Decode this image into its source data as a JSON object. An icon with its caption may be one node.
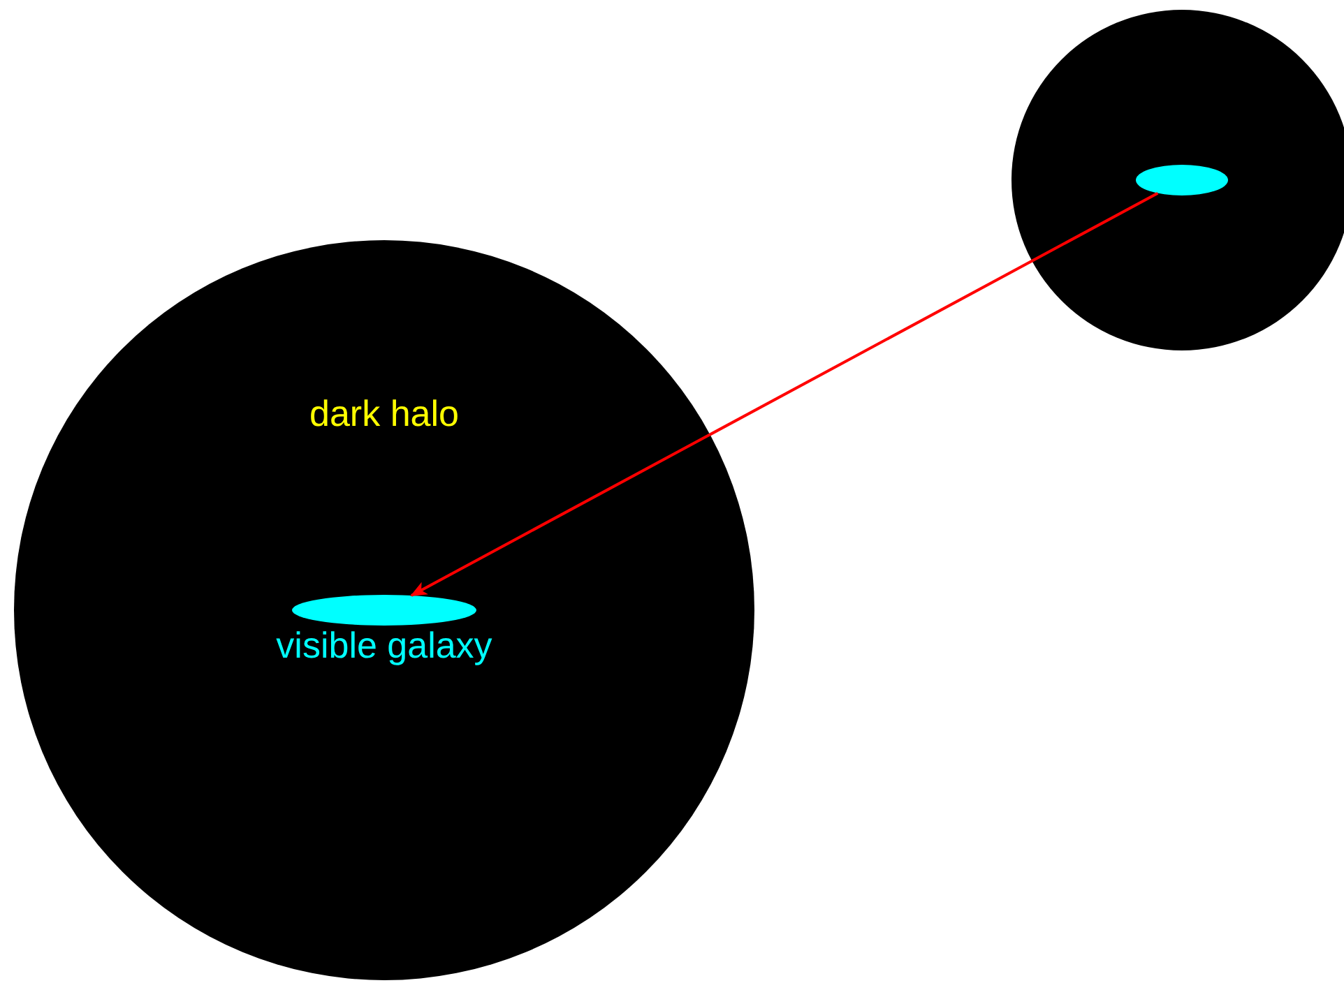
{
  "diagram": {
    "nodes": [
      {
        "text": [
          "dark halo"
        ]
      },
      {
        "text": [
          "visible galaxy"
        ],
        "in": 0
      },
      {
        "text": [],
        "shape": "circle"
      },
      {
        "text": [],
        "shape": "ellipse",
        "in": 2
      }
    ],
    "edges": [
      {
        "from": 3,
        "to": 1,
        "arrow": "to",
        "color": "#ff0000"
      }
    ]
  }
}
